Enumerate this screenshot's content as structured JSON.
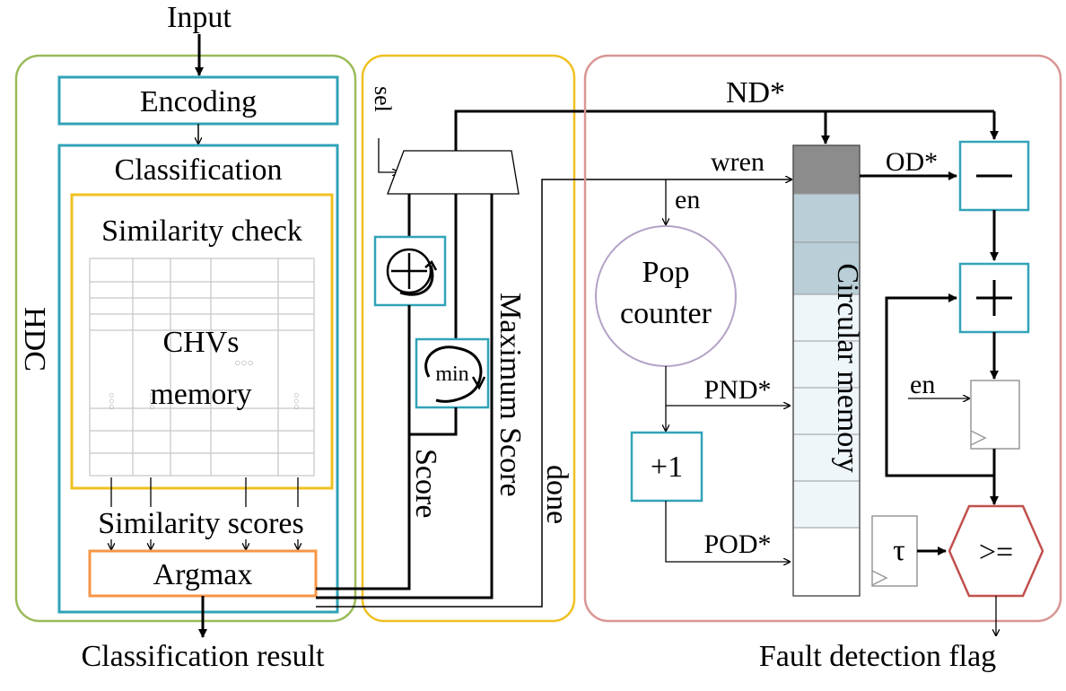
{
  "labels": {
    "input": "Input",
    "encoding": "Encoding",
    "classification": "Classification",
    "similarity_check": "Similarity check",
    "chvs": "CHVs",
    "memory": "memory",
    "similarity_scores": "Similarity scores",
    "argmax": "Argmax",
    "hdc": "HDC",
    "classification_result": "Classification result",
    "sel": "sel",
    "min": "min",
    "score": "Score",
    "maximum_score": "Maximum Score",
    "done": "done",
    "nd": "ND*",
    "wren": "wren",
    "en": "en",
    "en_register": "en",
    "od": "OD*",
    "pop_counter_line1": "Pop",
    "pop_counter_line2": "counter",
    "pnd": "PND*",
    "plus_one": "+1",
    "pod": "POD*",
    "circular_memory": "Circular memory",
    "tau": "τ",
    "ge": ">=",
    "fault_detection_flag": "Fault detection flag"
  },
  "colors": {
    "hdc_border": "#9bbb59",
    "mid_border": "#f0c020",
    "fault_border": "#d99694",
    "teal_box": "#31a3b8",
    "similarity_border": "#f0c020",
    "argmax_border": "#f79646",
    "pop_border": "#b3a2c7",
    "comparator_border": "#c0504d",
    "memory_dark": "#8c8c8c",
    "memory_mid": "#b9ced6",
    "memory_light": "#eef6fa",
    "grid_line": "#c8c8c8"
  }
}
